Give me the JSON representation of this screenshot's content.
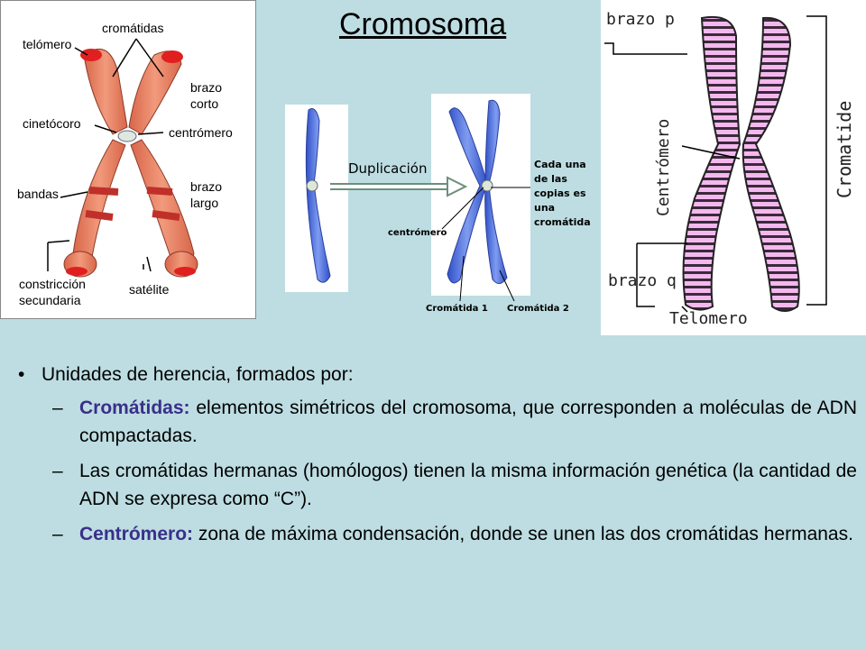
{
  "title": "Cromosoma",
  "left_diagram": {
    "labels": {
      "cromatidas": "cromátidas",
      "telomero": "telómero",
      "brazo_corto_1": "brazo",
      "brazo_corto_2": "corto",
      "cinetocoro": "cinetócoro",
      "centromero": "centrómero",
      "bandas": "bandas",
      "brazo_largo_1": "brazo",
      "brazo_largo_2": "largo",
      "constriccion_1": "constricción",
      "constriccion_2": "secundaria",
      "satelite": "satélite"
    }
  },
  "middle_diagram": {
    "duplicacion": "Duplicación",
    "note_1": "Cada una",
    "note_2": "de las",
    "note_3": "copias es",
    "note_4": "una",
    "note_5": "cromátida",
    "centromero": "centrómero",
    "cromatida_1": "Cromátida 1",
    "cromatida_2": "Cromátida 2"
  },
  "right_diagram": {
    "brazo_p": "brazo p",
    "centromero": "Centrómero",
    "cromatide": "Cromatide",
    "brazo_q": "brazo q",
    "telomero": "Telomero"
  },
  "bullets": {
    "main": "Unidades de herencia, formados por:",
    "item1_term": "Cromátidas:",
    "item1_text": " elementos simétricos del cromosoma, que corresponden a moléculas de ADN compactadas.",
    "item2_text": "Las cromátidas hermanas (homólogos) tienen la misma información genética (la cantidad de ADN se expresa como “C”).",
    "item3_term": "Centrómero:",
    "item3_text": " zona de máxima condensación, donde se unen las dos cromátidas hermanas."
  }
}
